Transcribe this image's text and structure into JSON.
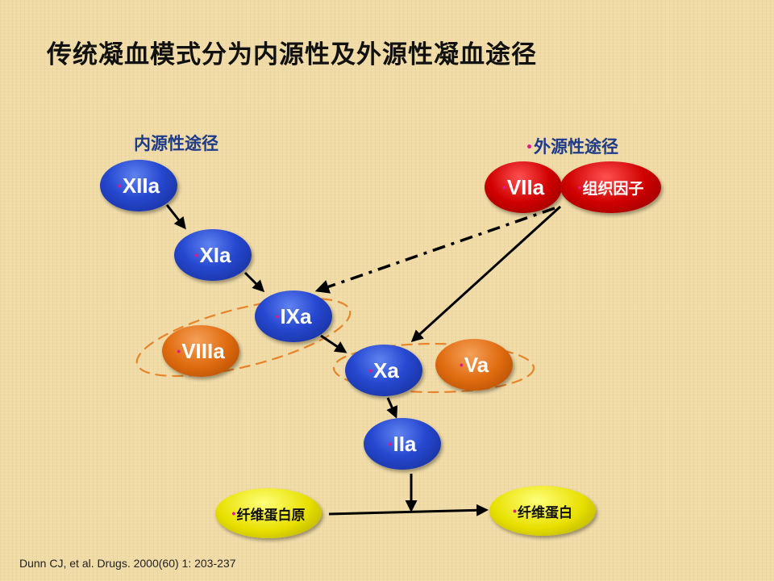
{
  "title": "传统凝血模式分为内源性及外源性凝血途径",
  "intrinsic_label": "内源性途径",
  "extrinsic_label": "外源性途径",
  "bullet": "•",
  "nodes": {
    "XIIa": "XIIa",
    "XIa": "XIa",
    "IXa": "IXa",
    "VIIIa": "VIIIa",
    "Xa": "Xa",
    "Va": "Va",
    "IIa": "IIa",
    "VIIa": "VIIa",
    "tissue_factor": "组织因子",
    "fibrinogen": "纤维蛋白原",
    "fibrin": "纤维蛋白"
  },
  "citation": "Dunn CJ, et al. Drugs. 2000(60) 1: 203-237",
  "colors": {
    "intrinsic_nodes": "#2648d0",
    "cofactor_nodes": "#e06c10",
    "extrinsic_nodes": "#d00000",
    "fibrin_nodes": "#e8e000",
    "complex_outline": "#e8842a",
    "bullet": "#e0188c"
  }
}
